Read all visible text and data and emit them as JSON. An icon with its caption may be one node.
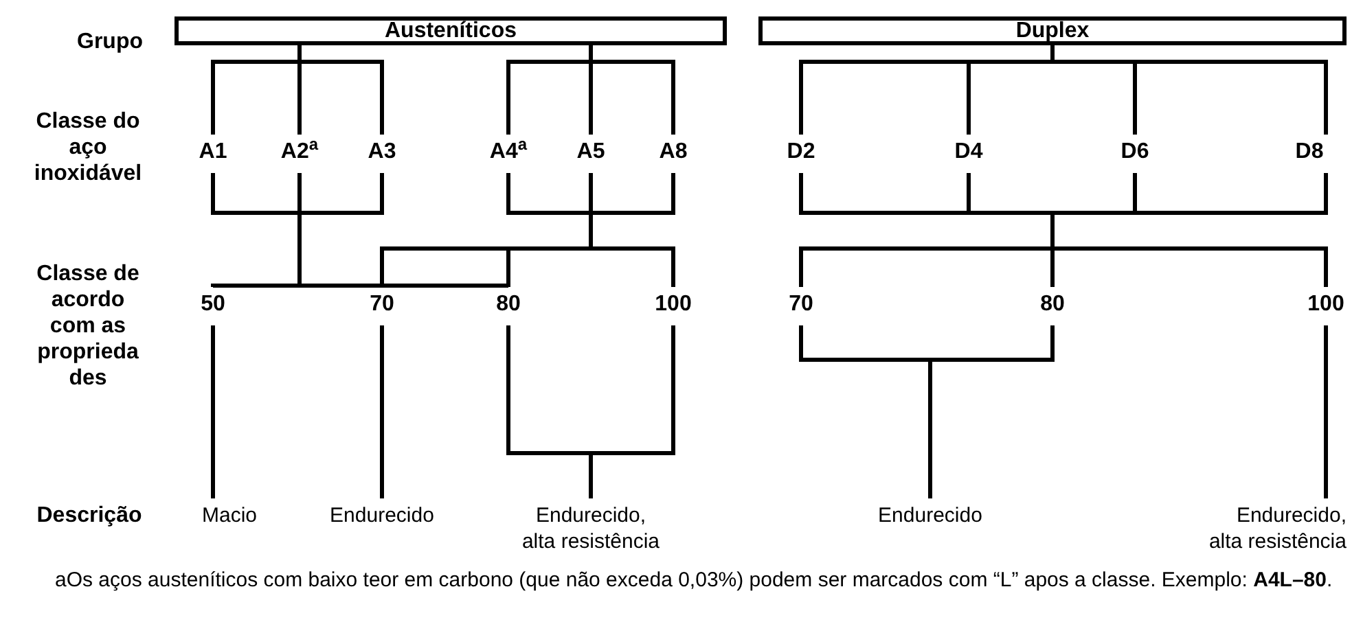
{
  "diagram": {
    "caption": "aOs aços austeníticos com baixo teor em carbono (que não exceda 0,03%) podem ser marcados com “L” apos a classe. Exemplo: **A4L–80**.",
    "nodes": [
      {
        "text": [
          "Austeníticos"
        ]
      },
      {
        "text": [
          "Duplex"
        ]
      },
      {
        "text": [
          "A1"
        ]
      },
      {
        "text": [
          "A2$^{a}$"
        ]
      },
      {
        "text": [
          "A3"
        ]
      },
      {
        "text": [
          "A4$^{a}$"
        ]
      },
      {
        "text": [
          "A5"
        ]
      },
      {
        "text": [
          "A8"
        ]
      },
      {
        "text": [
          "D2"
        ]
      },
      {
        "text": [
          "D4"
        ]
      },
      {
        "text": [
          "D6"
        ]
      },
      {
        "text": [
          "D8"
        ]
      },
      {
        "text": [
          "50"
        ]
      },
      {
        "text": [
          "70"
        ]
      },
      {
        "text": [
          "80"
        ]
      },
      {
        "text": [
          "100"
        ]
      },
      {
        "text": [
          "70"
        ]
      },
      {
        "text": [
          "80"
        ]
      },
      {
        "text": [
          "100"
        ]
      },
      {
        "text": [
          "Macio"
        ]
      },
      {
        "text": [
          "Endurecido"
        ]
      },
      {
        "text": [
          "Endurecido, alta resistência"
        ]
      },
      {
        "text": [
          "Endurecido"
        ]
      },
      {
        "text": [
          "Endurecido, alta resistência"
        ]
      }
    ],
    "edges": [
      {
        "from": 0,
        "to": 2,
        "arrow": "none"
      },
      {
        "from": 0,
        "to": 3,
        "arrow": "none"
      },
      {
        "from": 0,
        "to": 4,
        "arrow": "none"
      },
      {
        "from": 0,
        "to": 5,
        "arrow": "none"
      },
      {
        "from": 0,
        "to": 6,
        "arrow": "none"
      },
      {
        "from": 0,
        "to": 7,
        "arrow": "none"
      },
      {
        "from": 1,
        "to": 8,
        "arrow": "none"
      },
      {
        "from": 1,
        "to": 9,
        "arrow": "none"
      },
      {
        "from": 1,
        "to": 10,
        "arrow": "none"
      },
      {
        "from": 1,
        "to": 11,
        "arrow": "none"
      },
      {
        "from": 2,
        "to": 12,
        "arrow": "none"
      },
      {
        "from": 2,
        "to": 13,
        "arrow": "none"
      },
      {
        "from": 2,
        "to": 14,
        "arrow": "none"
      },
      {
        "from": 3,
        "to": 12,
        "arrow": "none"
      },
      {
        "from": 3,
        "to": 13,
        "arrow": "none"
      },
      {
        "from": 3,
        "to": 14,
        "arrow": "none"
      },
      {
        "from": 4,
        "to": 12,
        "arrow": "none"
      },
      {
        "from": 4,
        "to": 13,
        "arrow": "none"
      },
      {
        "from": 4,
        "to": 14,
        "arrow": "none"
      },
      {
        "from": 5,
        "to": 13,
        "arrow": "none"
      },
      {
        "from": 5,
        "to": 14,
        "arrow": "none"
      },
      {
        "from": 5,
        "to": 15,
        "arrow": "none"
      },
      {
        "from": 6,
        "to": 13,
        "arrow": "none"
      },
      {
        "from": 6,
        "to": 14,
        "arrow": "none"
      },
      {
        "from": 6,
        "to": 15,
        "arrow": "none"
      },
      {
        "from": 7,
        "to": 13,
        "arrow": "none"
      },
      {
        "from": 7,
        "to": 14,
        "arrow": "none"
      },
      {
        "from": 7,
        "to": 15,
        "arrow": "none"
      },
      {
        "from": 8,
        "to": 16,
        "arrow": "none"
      },
      {
        "from": 8,
        "to": 17,
        "arrow": "none"
      },
      {
        "from": 8,
        "to": 18,
        "arrow": "none"
      },
      {
        "from": 9,
        "to": 16,
        "arrow": "none"
      },
      {
        "from": 9,
        "to": 17,
        "arrow": "none"
      },
      {
        "from": 9,
        "to": 18,
        "arrow": "none"
      },
      {
        "from": 10,
        "to": 16,
        "arrow": "none"
      },
      {
        "from": 10,
        "to": 17,
        "arrow": "none"
      },
      {
        "from": 10,
        "to": 18,
        "arrow": "none"
      },
      {
        "from": 11,
        "to": 16,
        "arrow": "none"
      },
      {
        "from": 11,
        "to": 17,
        "arrow": "none"
      },
      {
        "from": 11,
        "to": 18,
        "arrow": "none"
      },
      {
        "from": 12,
        "to": 19,
        "arrow": "none"
      },
      {
        "from": 13,
        "to": 20,
        "arrow": "none"
      },
      {
        "from": 14,
        "to": 21,
        "arrow": "none"
      },
      {
        "from": 15,
        "to": 21,
        "arrow": "none"
      },
      {
        "from": 16,
        "to": 22,
        "arrow": "none"
      },
      {
        "from": 17,
        "to": 22,
        "arrow": "none"
      },
      {
        "from": 18,
        "to": 23,
        "arrow": "none"
      }
    ],
    "labels": [
      "Grupo",
      "Classe do aço inoxidável",
      "Classe de acordo com as proprieda des",
      "Descrição"
    ]
  }
}
